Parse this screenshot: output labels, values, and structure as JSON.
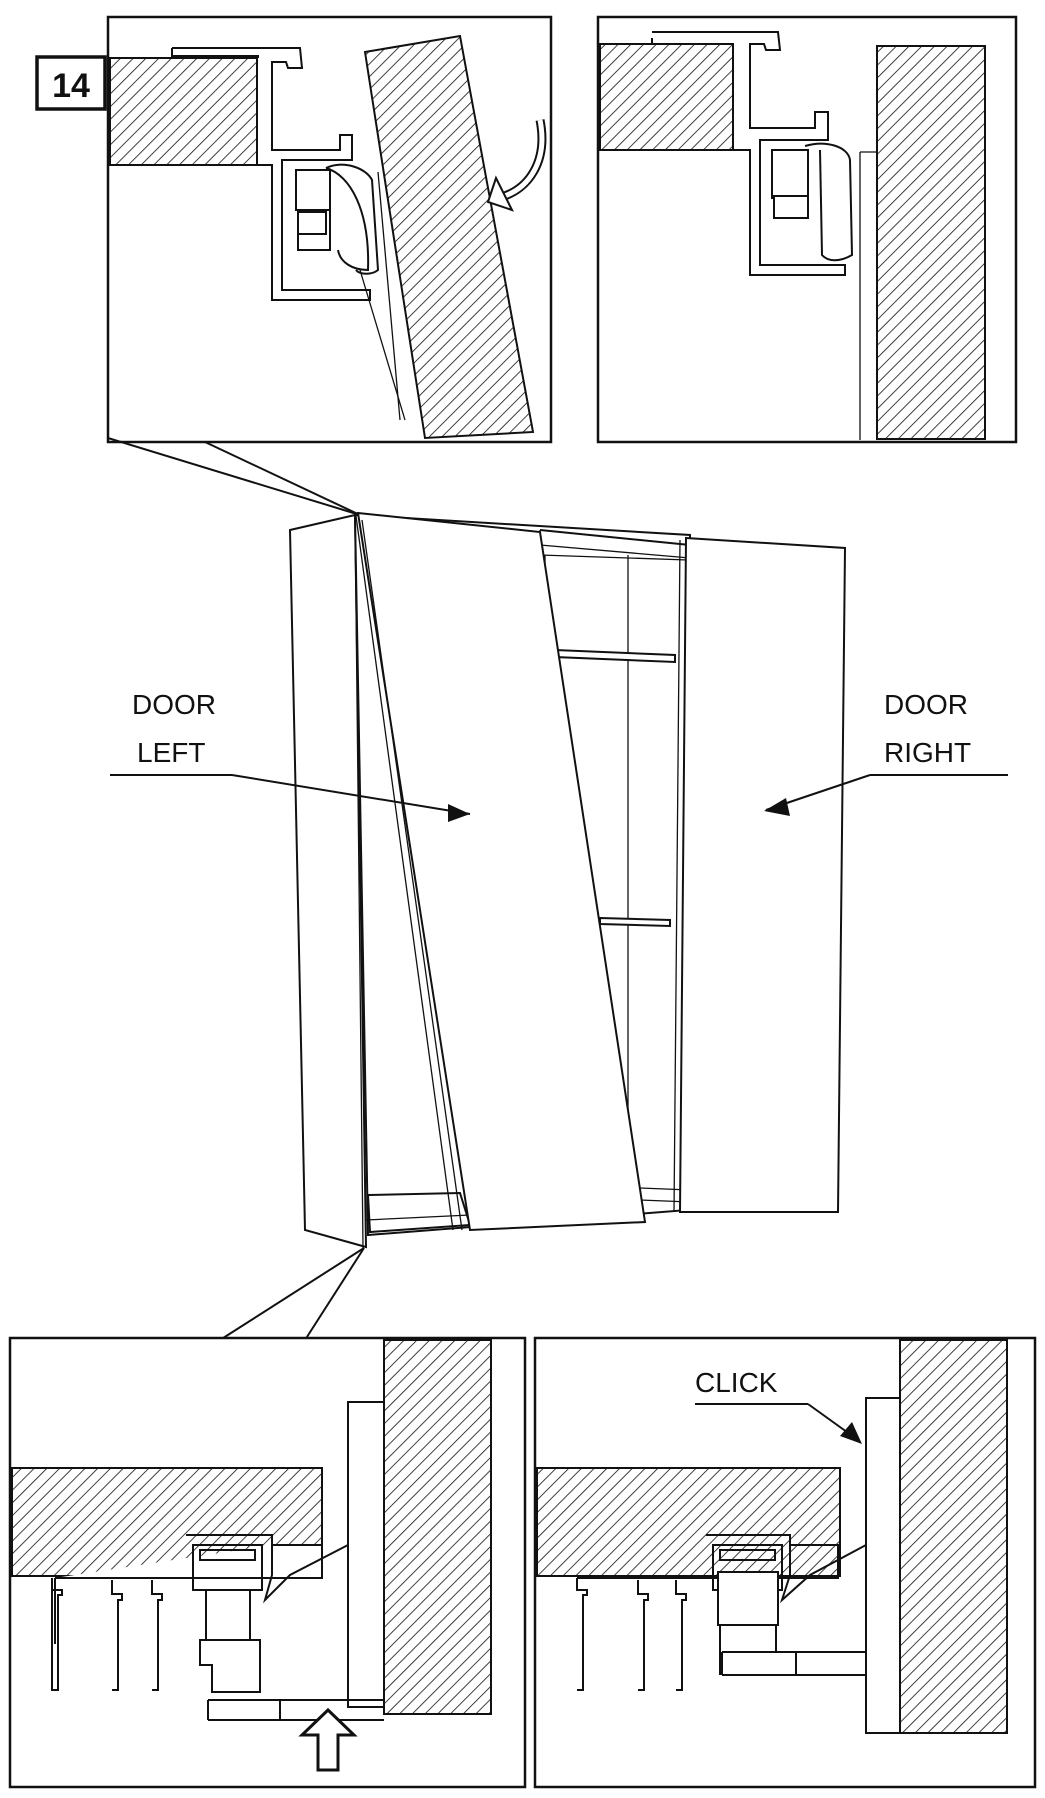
{
  "step_number": "14",
  "labels": {
    "door_left_line1": "DOOR",
    "door_left_line2": "LEFT",
    "door_right_line1": "DOOR",
    "door_right_line2": "RIGHT",
    "click": "CLICK"
  },
  "icons": {
    "rotate_arrow": "curved-arrow-icon",
    "push_up_arrow": "up-arrow-icon"
  }
}
